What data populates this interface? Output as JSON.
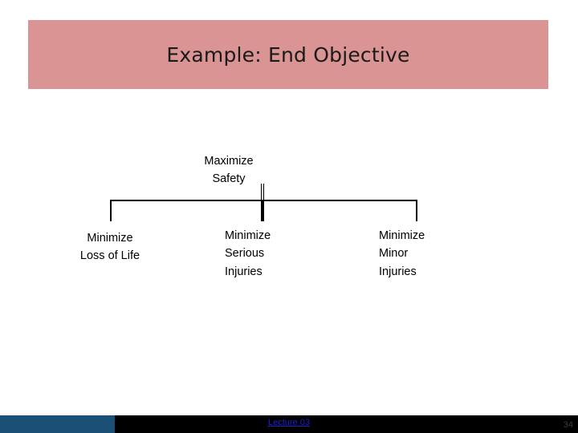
{
  "slide": {
    "title": "Example: End Objective",
    "banner_color": "#db9494"
  },
  "tree": {
    "root": {
      "label": "Maximize\nSafety"
    },
    "children": [
      {
        "label": "Minimize\nLoss of Life"
      },
      {
        "label": "Minimize\nSerious\nInjuries"
      },
      {
        "label": "Minimize\nMinor\nInjuries"
      }
    ]
  },
  "footer": {
    "link_label": "Lecture 03",
    "page_number": "34",
    "accent_color": "#1c4f76",
    "background_color": "#000000",
    "link_color": "#1f1fd0"
  }
}
